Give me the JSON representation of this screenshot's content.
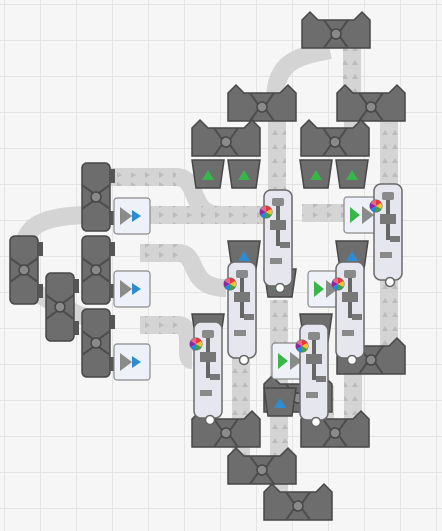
{
  "game": {
    "scene": "factory-conveyor-puzzle",
    "colors": {
      "background": "#f6f6f6",
      "grid": "#e4e4e4",
      "belt": "#d4d4d4",
      "belt_arrow": "#bcbcbc",
      "machine_dark": "#6d6d6d",
      "machine_outline": "#474747",
      "machine_light": "#e6e7ee",
      "filter_box": "#eef1f8",
      "accent_blue": "#2d8bd1",
      "accent_green": "#39b54a",
      "accent_gray": "#8a8a8a"
    },
    "parts": {
      "splitters": [
        "splitter",
        "splitter",
        "splitter",
        "splitter",
        "splitter",
        "splitter",
        "splitter",
        "splitter",
        "splitter",
        "splitter",
        "splitter",
        "splitter",
        "splitter",
        "splitter",
        "splitter",
        "splitter"
      ],
      "painter_stations": [
        "painter",
        "painter",
        "painter",
        "painter",
        "painter"
      ],
      "bins": [
        "bin-green",
        "bin-green",
        "bin-green",
        "bin-green",
        "bin-green",
        "bin-blue",
        "bin-blue",
        "bin-blue",
        "bin-blue",
        "bin-blue"
      ],
      "filters": [
        "blue-filter",
        "blue-filter",
        "blue-filter",
        "green-filter",
        "green-filter",
        "green-filter",
        "green-filter",
        "gray-filter",
        "gray-filter",
        "gray-filter"
      ],
      "color_sensors": [
        "rgb-sensor",
        "rgb-sensor",
        "rgb-sensor",
        "rgb-sensor",
        "rgb-sensor",
        "rgb-sensor"
      ]
    }
  }
}
